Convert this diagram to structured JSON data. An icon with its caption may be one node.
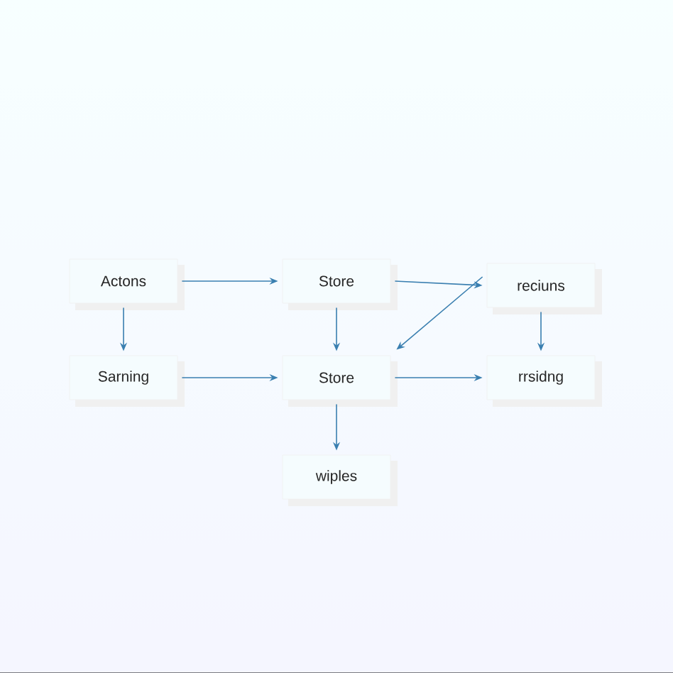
{
  "diagram": {
    "nodes": [
      {
        "text": [
          "Actons"
        ]
      },
      {
        "text": [
          "Store"
        ]
      },
      {
        "text": [
          "reciuns"
        ]
      },
      {
        "text": [
          "Sarning"
        ]
      },
      {
        "text": [
          "Store"
        ]
      },
      {
        "text": [
          "rrsidng"
        ]
      },
      {
        "text": [
          "wiples"
        ]
      }
    ],
    "edges": [
      {
        "from": 0,
        "to": 1,
        "arrow": "to"
      },
      {
        "from": 0,
        "to": 3,
        "arrow": "to"
      },
      {
        "from": 1,
        "to": 2,
        "arrow": "to"
      },
      {
        "from": 1,
        "to": 4,
        "arrow": "to"
      },
      {
        "from": 2,
        "to": 4,
        "arrow": "to"
      },
      {
        "from": 2,
        "to": 5,
        "arrow": "to"
      },
      {
        "from": 3,
        "to": 4,
        "arrow": "to"
      },
      {
        "from": 4,
        "to": 5,
        "arrow": "to"
      },
      {
        "from": 4,
        "to": 6,
        "arrow": "to"
      }
    ]
  }
}
